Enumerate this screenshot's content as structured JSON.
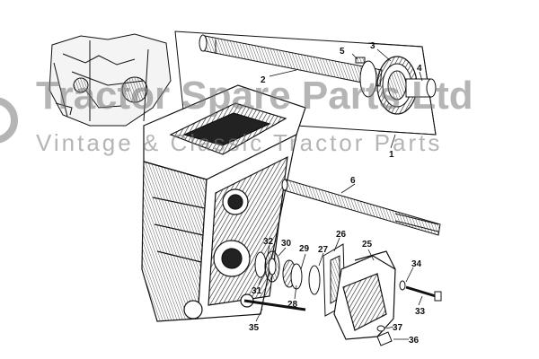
{
  "watermark": {
    "title": "Tractor Spare Parts Ltd",
    "subtitle": "Vintage & Classic Tractor Parts",
    "color": "#8a8a8a"
  },
  "callouts": {
    "c1": "1",
    "c2": "2",
    "c3": "3",
    "c4": "4",
    "c5": "5",
    "c6": "6",
    "c25": "25",
    "c26": "26",
    "c27": "27",
    "c28": "28",
    "c29": "29",
    "c30": "30",
    "c31": "31",
    "c32": "32",
    "c33": "33",
    "c34": "34",
    "c35": "35",
    "c36": "36",
    "c37": "37"
  },
  "colors": {
    "ink": "#111111",
    "hatch": "#333333",
    "paper": "#ffffff"
  }
}
